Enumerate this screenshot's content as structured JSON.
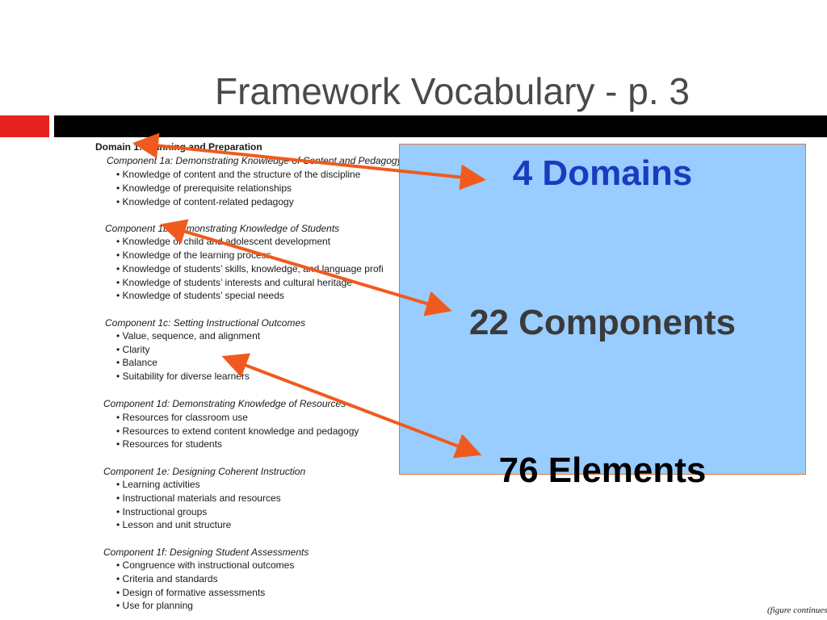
{
  "slide": {
    "title": "Framework Vocabulary - p. 3"
  },
  "document": {
    "domain_heading": "Domain 1: Planning and Preparation",
    "components": [
      {
        "title": "Component 1a: Demonstrating Knowledge of Content and Pedagogy",
        "elements": [
          "• Knowledge of content and the structure of the discipline",
          "• Knowledge of prerequisite relationships",
          "• Knowledge of content-related pedagogy"
        ]
      },
      {
        "title": "Component 1b: Demonstrating Knowledge of Students",
        "elements": [
          "• Knowledge of child and adolescent development",
          "• Knowledge of the learning process",
          "• Knowledge of students’ skills, knowledge, and language profi",
          "• Knowledge of students’ interests and cultural heritage",
          "• Knowledge of students’ special needs"
        ]
      },
      {
        "title": "Component 1c: Setting Instructional Outcomes",
        "elements": [
          "• Value, sequence, and alignment",
          "• Clarity",
          "• Balance",
          "• Suitability for diverse learners"
        ]
      },
      {
        "title": "Component 1d: Demonstrating Knowledge of Resources",
        "elements": [
          "• Resources for classroom use",
          "• Resources to extend content knowledge and pedagogy",
          "• Resources for students"
        ]
      },
      {
        "title": "Component 1e: Designing Coherent Instruction",
        "elements": [
          "• Learning activities",
          "• Instructional materials and resources",
          "• Instructional groups",
          "• Lesson and unit structure"
        ]
      },
      {
        "title": "Component 1f: Designing Student Assessments",
        "elements": [
          "• Congruence with instructional outcomes",
          "• Criteria and standards",
          "• Design of formative assessments",
          "• Use for planning"
        ]
      }
    ],
    "footnote": "(figure continues"
  },
  "callouts": {
    "domains": "4 Domains",
    "components": "22 Components",
    "elements": "76 Elements"
  },
  "colors": {
    "accent_red": "#e8231f",
    "bar_black": "#000000",
    "box_blue": "#99ccff",
    "arrow_orange": "#f05a1e",
    "domains_text": "#1a3bbf"
  }
}
